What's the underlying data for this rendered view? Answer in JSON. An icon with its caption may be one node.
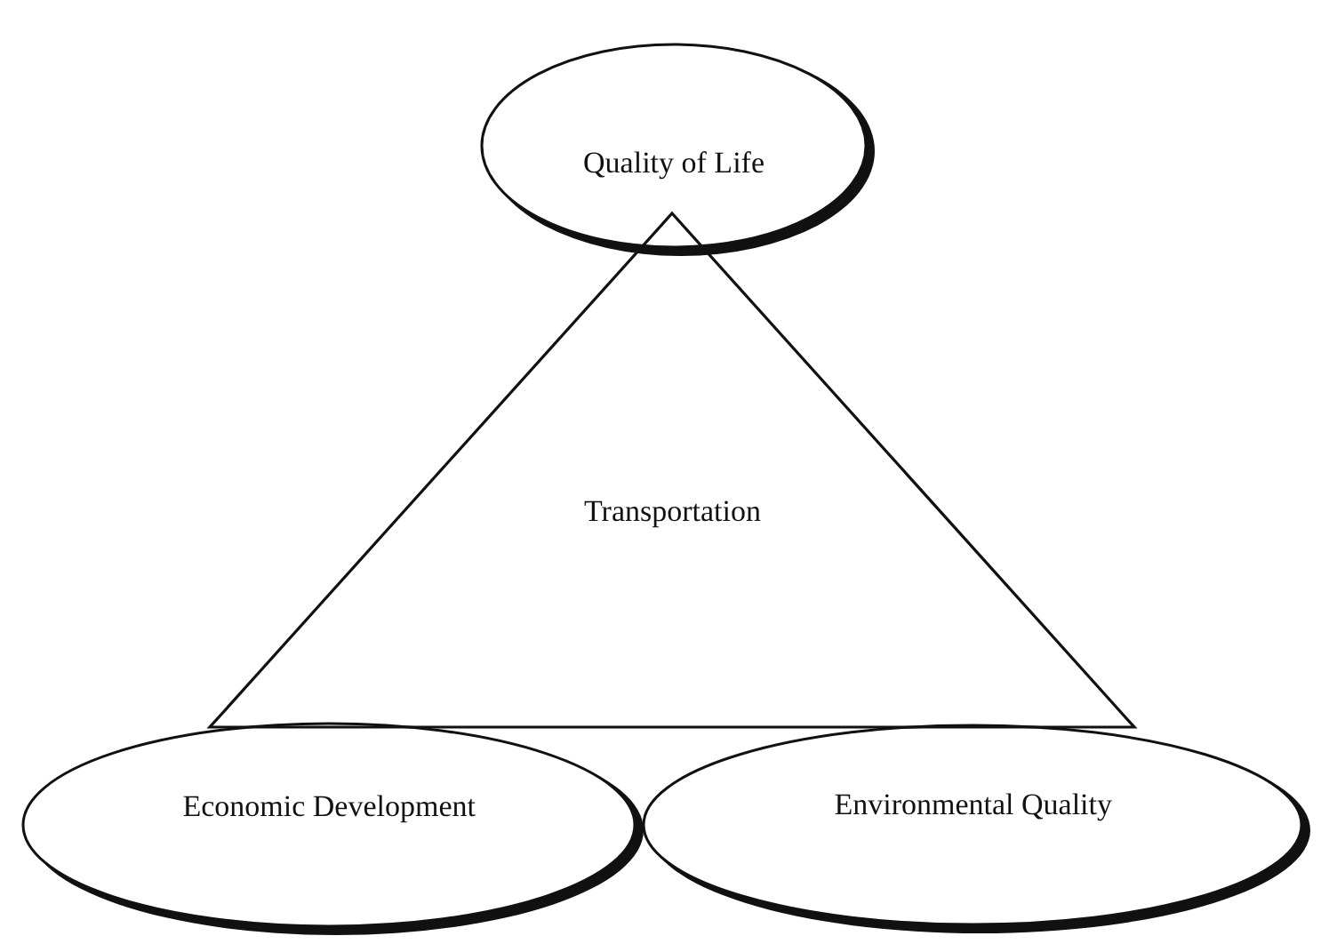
{
  "diagram": {
    "nodes": [
      {
        "text": [
          "Quality of Life"
        ]
      },
      {
        "text": [
          "Transportation"
        ]
      },
      {
        "text": [
          "Economic Development"
        ]
      },
      {
        "text": [
          "Environmental Quality"
        ]
      }
    ]
  }
}
